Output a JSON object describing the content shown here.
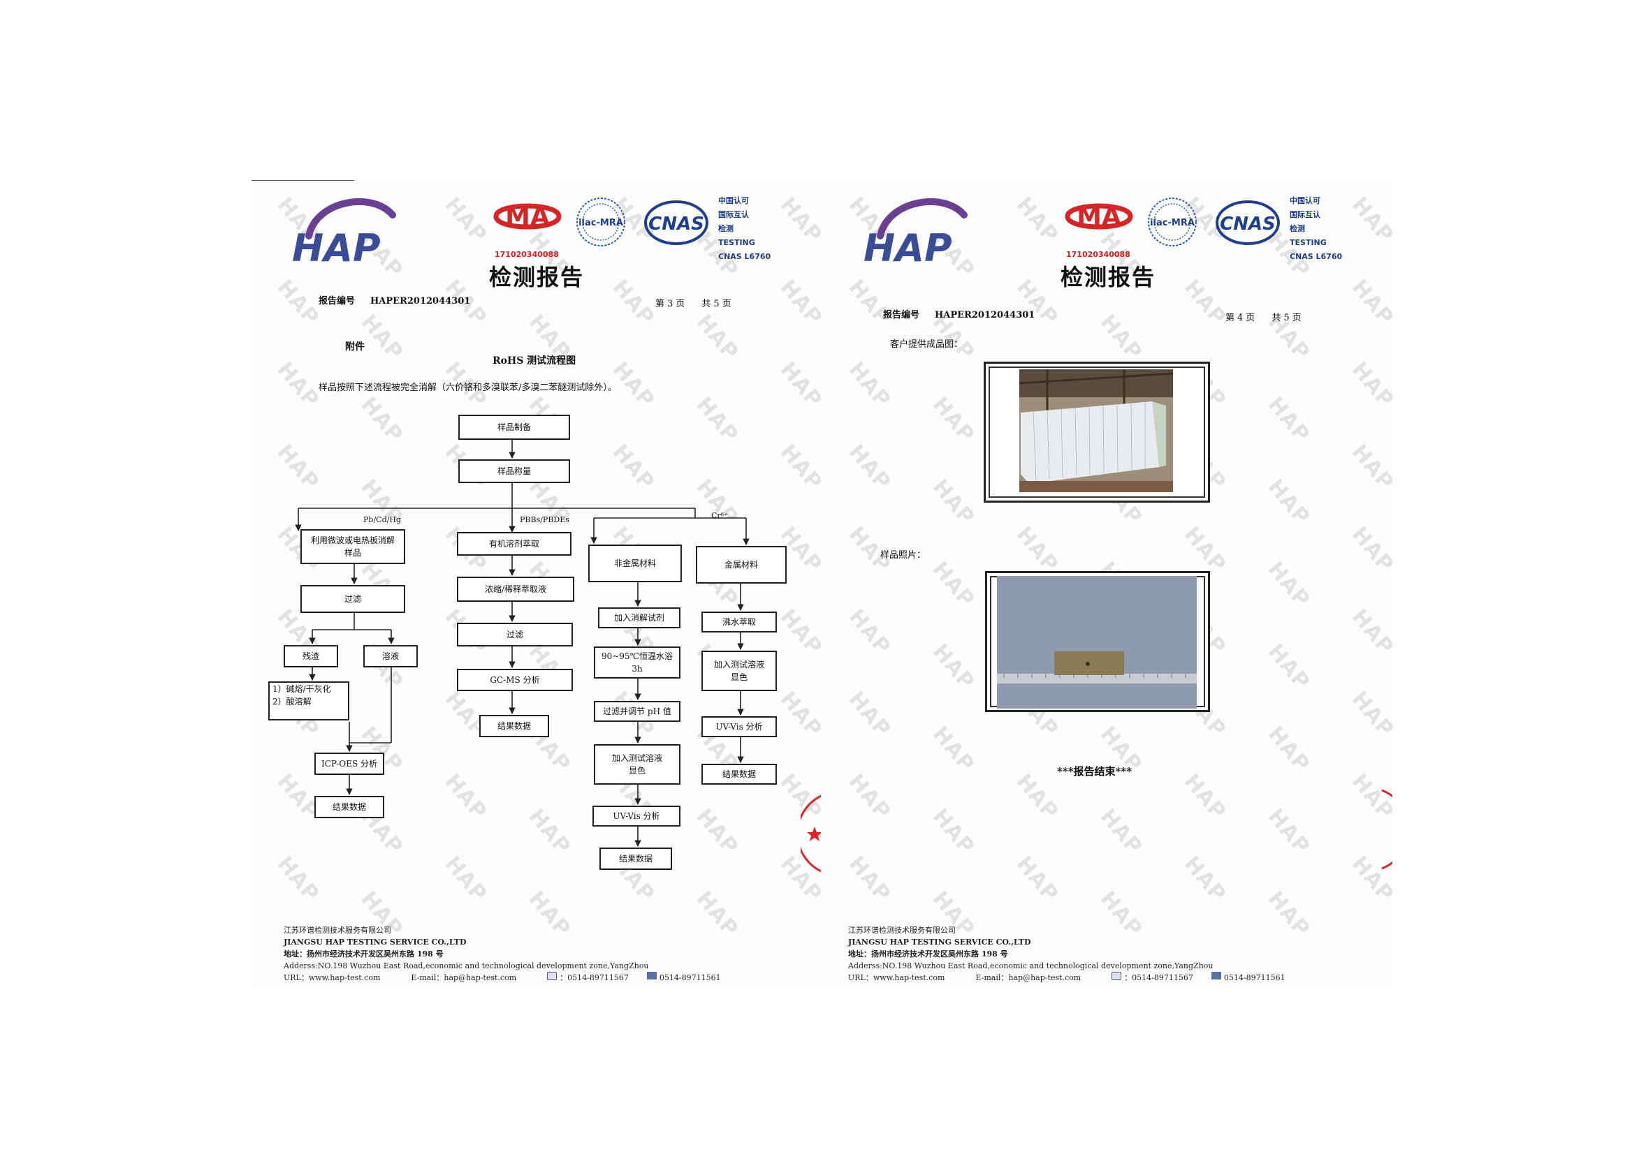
{
  "header": {
    "ma_number": "171020340088",
    "report_title": "检测报告",
    "report_no_label": "报告编号",
    "report_no": "HAPER2012044301",
    "cert_lines": [
      "中国认可",
      "国际互认",
      "检测",
      "TESTING",
      "CNAS L6760"
    ],
    "logos": {
      "hap": "HAP",
      "ma": "MA",
      "ilac": "ilac-MRA",
      "cnas": "CNAS"
    }
  },
  "watermark": "HAP",
  "colors": {
    "hap_purple": "#6b3f93",
    "hap_blue": "#3a4b97",
    "ma_red": "#d62527",
    "cnas_blue": "#1f3f8e",
    "stamp_red": "#d8282e"
  },
  "left_page": {
    "page_of": {
      "prefix": "第",
      "num": "3",
      "unit": "页",
      "total_prefix": "共",
      "total": "5",
      "total_unit": "页"
    },
    "appendix": "附件",
    "flow_title": "RoHS 测试流程图",
    "intro": "样品按照下述流程被完全消解（六价铬和多溴联苯/多溴二苯醚测试除外）。",
    "branch_labels": [
      "Pb/Cd/Hg",
      "PBBs/PBDEs",
      "Cr⁶⁺"
    ],
    "boxes": {
      "prep": "样品制备",
      "weigh": "样品称量",
      "microwave_1": "利用微波或电热板消解",
      "microwave_2": "样品",
      "filter1": "过滤",
      "residue": "残渣",
      "solution": "溶液",
      "alkali_1": "1）碱熔/干灰化",
      "alkali_2": "2）酸溶解",
      "icp": "ICP-OES 分析",
      "result1": "结果数据",
      "organic": "有机溶剂萃取",
      "concentrate": "浓缩/稀释萃取液",
      "filter2": "过滤",
      "gcms": "GC-MS 分析",
      "result2": "结果数据",
      "nonmetal": "非金属材料",
      "digest": "加入消解试剂",
      "bath_1": "90~95℃恒温水浴",
      "bath_2": "3h",
      "ph": "过滤并调节 pH 值",
      "color_a1": "加入测试溶液",
      "color_a2": "显色",
      "uv1": "UV-Vis 分析",
      "result3": "结果数据",
      "metal": "金属材料",
      "boil": "沸水萃取",
      "color_b1": "加入测试溶液",
      "color_b2": "显色",
      "uv2": "UV-Vis 分析",
      "result4": "结果数据"
    }
  },
  "right_page": {
    "page_of": {
      "prefix": "第",
      "num": "4",
      "unit": "页",
      "total_prefix": "共",
      "total": "5",
      "total_unit": "页"
    },
    "customer_photo_label": "客户提供成品图：",
    "sample_photo_label": "样品照片：",
    "end": "***报告结束***"
  },
  "footer": {
    "company_cn": "江苏环谱检测技术服务有限公司",
    "company_en": "JIANGSU HAP TESTING SERVICE CO.,LTD",
    "address_cn": "地址：扬州市经济技术开发区吴州东路 198 号",
    "address_en": "Adderss:NO.198 Wuzhou East Road,economic and technological development zone,YangZhou",
    "url_label": "URL：",
    "url": "www.hap-test.com",
    "email_label": "E-mail：",
    "email": "hap@hap-test.com",
    "phone": "：0514-89711567",
    "fax": "0514-89711561"
  }
}
